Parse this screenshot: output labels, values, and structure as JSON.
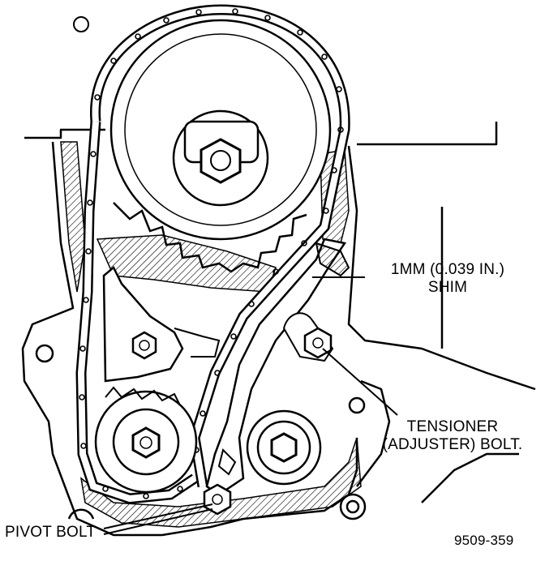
{
  "labels": {
    "shim": {
      "line1": "1MM (0.039 IN.)",
      "line2": "SHIM"
    },
    "tensioner_bolt": {
      "line1": "TENSIONER",
      "line2": "(ADJUSTER) BOLT."
    },
    "pivot_bolt": "PIVOT BOLT",
    "figure_number": "9509-359"
  },
  "colors": {
    "ink": "#000000",
    "paper": "#ffffff"
  }
}
